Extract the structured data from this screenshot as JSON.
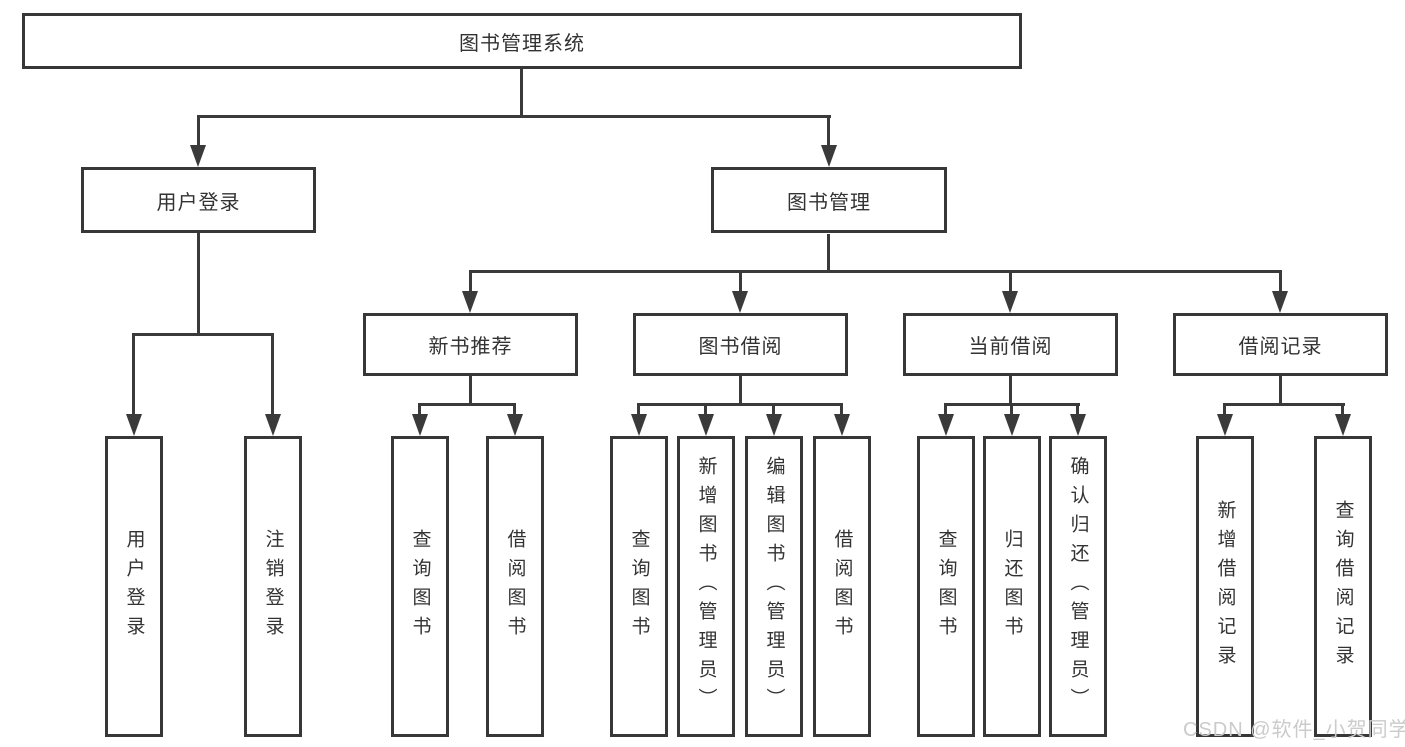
{
  "tree": {
    "label": "图书管理系统",
    "children": [
      {
        "label": "用户登录",
        "children": [
          {
            "label": "用户登录"
          },
          {
            "label": "注销登录"
          }
        ]
      },
      {
        "label": "图书管理",
        "children": [
          {
            "label": "新书推荐",
            "children": [
              {
                "label": "查询图书"
              },
              {
                "label": "借阅图书"
              }
            ]
          },
          {
            "label": "图书借阅",
            "children": [
              {
                "label": "查询图书"
              },
              {
                "label": "新增图书（管理员）"
              },
              {
                "label": "编辑图书（管理员）"
              },
              {
                "label": "借阅图书"
              }
            ]
          },
          {
            "label": "当前借阅",
            "children": [
              {
                "label": "查询图书"
              },
              {
                "label": "归还图书"
              },
              {
                "label": "确认归还（管理员）"
              }
            ]
          },
          {
            "label": "借阅记录",
            "children": [
              {
                "label": "新增借阅记录"
              },
              {
                "label": "查询借阅记录"
              }
            ]
          }
        ]
      }
    ]
  },
  "watermark": "CSDN @软件_小贺同学",
  "colors": {
    "line": "#3a3a3a",
    "border": "#373737",
    "text": "#333333",
    "watermark": "#cbcbcb",
    "background": "#ffffff"
  }
}
